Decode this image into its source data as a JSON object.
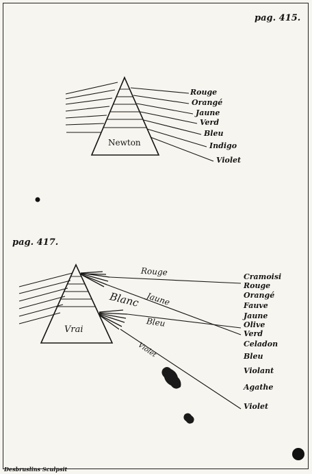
{
  "page_refs": {
    "top": "pag. 415.",
    "bottom": "pag. 417."
  },
  "figure_top": {
    "prism_label": "Newton",
    "color_labels": [
      "Rouge",
      "Orangé",
      "Jaune",
      "Verd",
      "Bleu",
      "Indigo",
      "Violet"
    ]
  },
  "figure_bottom": {
    "prism_label": "Vrai",
    "ray_labels": [
      "Rouge",
      "Jaune",
      "Blanc",
      "Bleu",
      "Violet"
    ],
    "color_labels": [
      "Cramoisi",
      "Rouge",
      "Orangé",
      "Fauve",
      "Jaune",
      "Olive",
      "Verd",
      "Celadon",
      "Bleu",
      "Violant",
      "Agathe",
      "Violet"
    ]
  },
  "signature": "Desbruslins Sculpsit"
}
